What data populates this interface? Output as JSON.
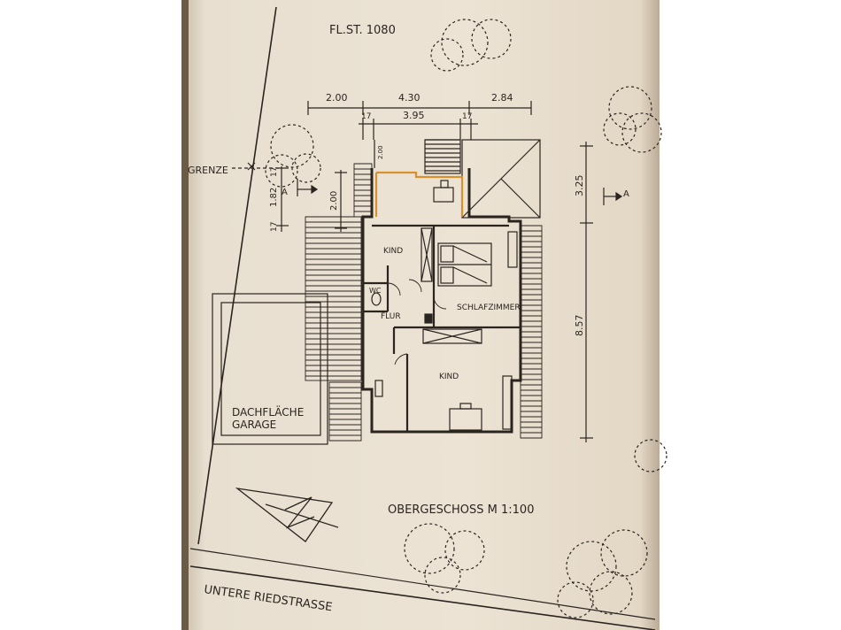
{
  "labels": {
    "parcel": "FL.ST. 1080",
    "boundary": "GRENZE",
    "title": "OBERGESCHOSS  M 1:100",
    "street": "UNTERE RIEDSTRASSE",
    "garage_roof_line1": "DACHFLÄCHE",
    "garage_roof_line2": "GARAGE",
    "section_marker": "A"
  },
  "rooms": {
    "kind_top": "KIND",
    "schlafzimmer": "SCHLAFZIMMER",
    "flur": "FLUR",
    "wc": "WC",
    "kind_bottom": "KIND"
  },
  "dimensions": {
    "top": [
      "2.00",
      "4.30",
      "2.84"
    ],
    "inner": [
      "17",
      "3.95",
      "17"
    ],
    "right": [
      "3.25",
      "8.57"
    ],
    "left": [
      "17",
      "1.82",
      "17",
      "2.00"
    ],
    "vertical_small": "2.00"
  },
  "colors": {
    "paper": "#ece3d4",
    "ink": "#2b2520",
    "highlight": "#d9912e"
  }
}
